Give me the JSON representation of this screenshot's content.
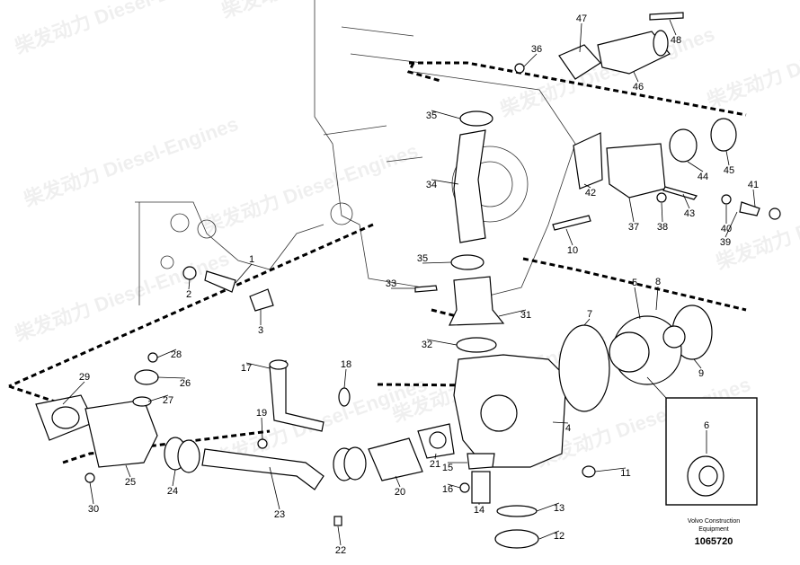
{
  "figure": {
    "footer_company": "Volvo Construction",
    "footer_company2": "Equipment",
    "drawing_number": "1065720",
    "watermark": "柴发动力 Diesel-Engines"
  },
  "parts": [
    "1",
    "2",
    "3",
    "4",
    "5",
    "6",
    "7",
    "8",
    "9",
    "10",
    "11",
    "12",
    "13",
    "14",
    "15",
    "16",
    "17",
    "18",
    "19",
    "20",
    "21",
    "22",
    "23",
    "24",
    "25",
    "26",
    "27",
    "28",
    "29",
    "30",
    "31",
    "32",
    "33",
    "34",
    "35",
    "35",
    "36",
    "37",
    "38",
    "39",
    "40",
    "41",
    "42",
    "43",
    "44",
    "45",
    "46",
    "47",
    "48"
  ]
}
